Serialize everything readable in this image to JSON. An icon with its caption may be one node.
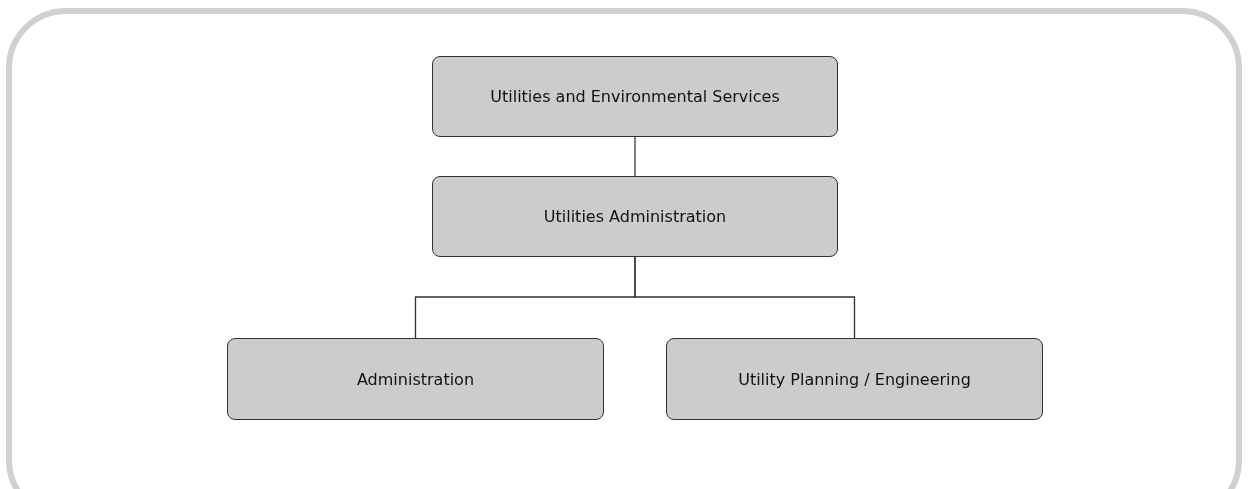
{
  "diagram": {
    "nodes": [
      {
        "text": [
          "Utilities and Environmental Services"
        ]
      },
      {
        "text": [
          "Utilities Administration"
        ]
      },
      {
        "text": [
          "Administration"
        ]
      },
      {
        "text": [
          "Utility Planning / Engineering"
        ]
      }
    ],
    "edges": [
      {
        "from": 0,
        "to": 1,
        "arrow": "none"
      },
      {
        "from": 1,
        "to": 2,
        "arrow": "none"
      },
      {
        "from": 1,
        "to": 3,
        "arrow": "none"
      }
    ]
  }
}
